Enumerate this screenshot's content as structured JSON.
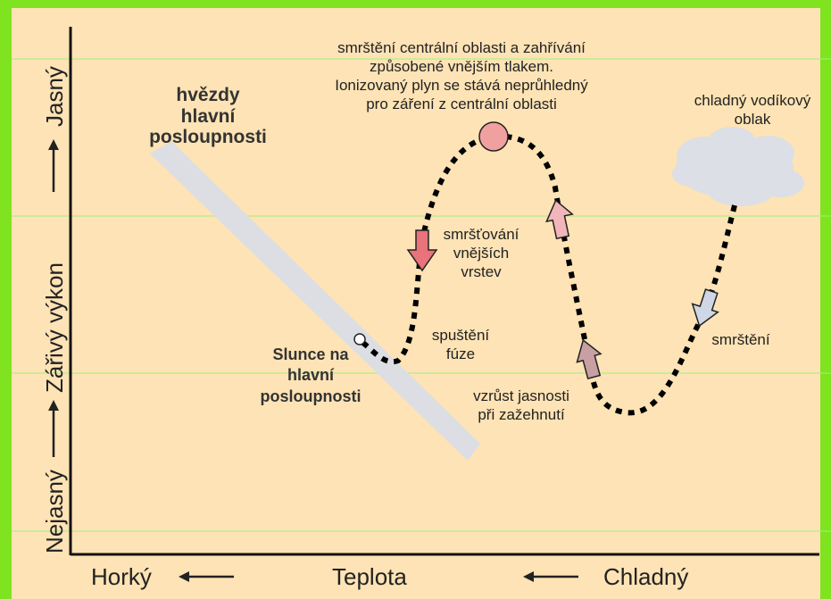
{
  "frame": {
    "border_color": "#7fe31f",
    "background": "#fde3b5",
    "inner_border": "#000000"
  },
  "axes": {
    "y_label_low": "Nejasný",
    "y_label_mid": "Zářivý výkon",
    "y_label_high": "Jasný",
    "x_label_left": "Horký",
    "x_label_mid": "Teplota",
    "x_label_right": "Chladný"
  },
  "labels": {
    "main_sequence": [
      "hvězdy",
      "hlavní",
      "posloupnosti"
    ],
    "sun": [
      "Slunce na",
      "hlavní",
      "posloupnosti"
    ],
    "cloud": [
      "chladný vodíkový",
      "oblak"
    ],
    "top_note": [
      "smrštění centrální oblasti a zahřívání",
      "způsobené vnějším tlakem.",
      "Ionizovaný plyn se stává neprůhledný",
      "pro záření z centrální oblasti"
    ],
    "contraction_outer": [
      "smršťování",
      "vnějších",
      "vrstev"
    ],
    "fusion_start": [
      "spuštění",
      "fúze"
    ],
    "brightening": [
      "vzrůst jasnosti",
      "při zažehnutí"
    ],
    "contraction": [
      "smrštění"
    ]
  },
  "colors": {
    "band": "#dcdee4",
    "cloud": "#dcdfe6",
    "bubble": "#f1a0a0",
    "arrow_down_red": "#e8737a",
    "arrow_up_pink": "#f2b6ba",
    "arrow_up_mauve": "#c8a0a4",
    "arrow_down_blue": "#cfd7e6",
    "grid_lines": "#9ff07a"
  }
}
